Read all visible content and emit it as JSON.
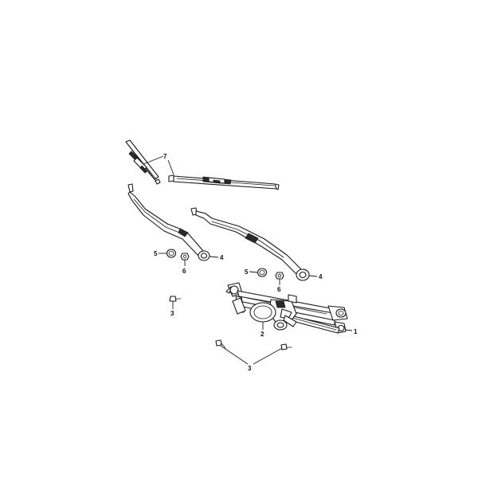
{
  "callouts": {
    "c1": "1",
    "c2": "2",
    "c3a": "3",
    "c3b": "3",
    "c4a": "4",
    "c4b": "4",
    "c5a": "5",
    "c5b": "5",
    "c6a": "6",
    "c6b": "6",
    "c7": "7"
  },
  "colors": {
    "line": "#1a1a1a",
    "background": "#ffffff"
  }
}
